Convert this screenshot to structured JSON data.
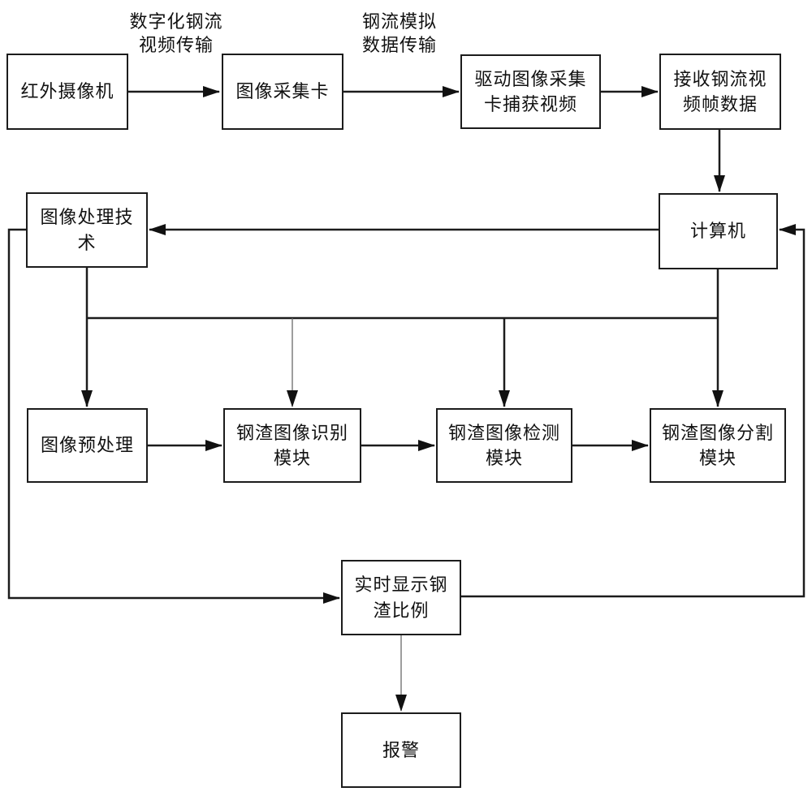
{
  "diagram": {
    "title_hint": "钢流视频钢渣检测流程图",
    "colors": {
      "background": "#ffffff",
      "line": "#1c1c1c",
      "thin_line": "#6a6a6a",
      "box_border": "#1c1c1c",
      "text": "#111111"
    },
    "nodes": {
      "infrared_camera": "红外摄像机",
      "frame_grabber": "图像采集卡",
      "drive_capture": "驱动图像采集\n卡捕获视频",
      "receive_frames": "接收钢流视\n频帧数据",
      "computer": "计算机",
      "image_processing": "图像处理技\n术",
      "preprocessing": "图像预处理",
      "recognition_module": "钢渣图像识别\n模块",
      "detection_module": "钢渣图像检测\n模块",
      "segmentation_module": "钢渣图像分割\n模块",
      "display_ratio": "实时显示钢\n渣比例",
      "alarm": "报警"
    },
    "edge_labels": {
      "digitized_transfer": "数字化钢流\n视频传输",
      "analog_transfer": "钢流模拟\n数据传输"
    },
    "edges": [
      "红外摄像机 → 图像采集卡",
      "图像采集卡 → 驱动图像采集卡捕获视频",
      "驱动图像采集卡捕获视频 → 接收钢流视频帧数据",
      "接收钢流视频帧数据 → 计算机",
      "计算机 → 图像处理技术",
      "图像处理技术 → 图像预处理",
      "图像处理技术/计算机总线 → 钢渣图像识别模块",
      "图像处理技术/计算机总线 → 钢渣图像检测模块",
      "图像处理技术/计算机总线 → 钢渣图像分割模块",
      "图像预处理 → 钢渣图像识别模块",
      "钢渣图像识别模块 → 钢渣图像检测模块",
      "钢渣图像检测模块 → 钢渣图像分割模块",
      "图像处理技术 → 实时显示钢渣比例",
      "实时显示钢渣比例 → 计算机",
      "实时显示钢渣比例 → 报警"
    ]
  }
}
